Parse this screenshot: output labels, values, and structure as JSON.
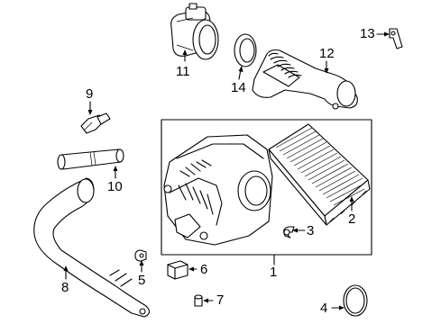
{
  "diagram": {
    "callouts": [
      {
        "id": "c1",
        "text": "1"
      },
      {
        "id": "c2",
        "text": "2"
      },
      {
        "id": "c3",
        "text": "3"
      },
      {
        "id": "c4",
        "text": "4"
      },
      {
        "id": "c5",
        "text": "5"
      },
      {
        "id": "c6",
        "text": "6"
      },
      {
        "id": "c7",
        "text": "7"
      },
      {
        "id": "c8",
        "text": "8"
      },
      {
        "id": "c9",
        "text": "9"
      },
      {
        "id": "c10",
        "text": "10"
      },
      {
        "id": "c11",
        "text": "11"
      },
      {
        "id": "c12",
        "text": "12"
      },
      {
        "id": "c13",
        "text": "13"
      },
      {
        "id": "c14",
        "text": "14"
      }
    ],
    "colors": {
      "line": "#000000",
      "background": "#ffffff"
    }
  }
}
